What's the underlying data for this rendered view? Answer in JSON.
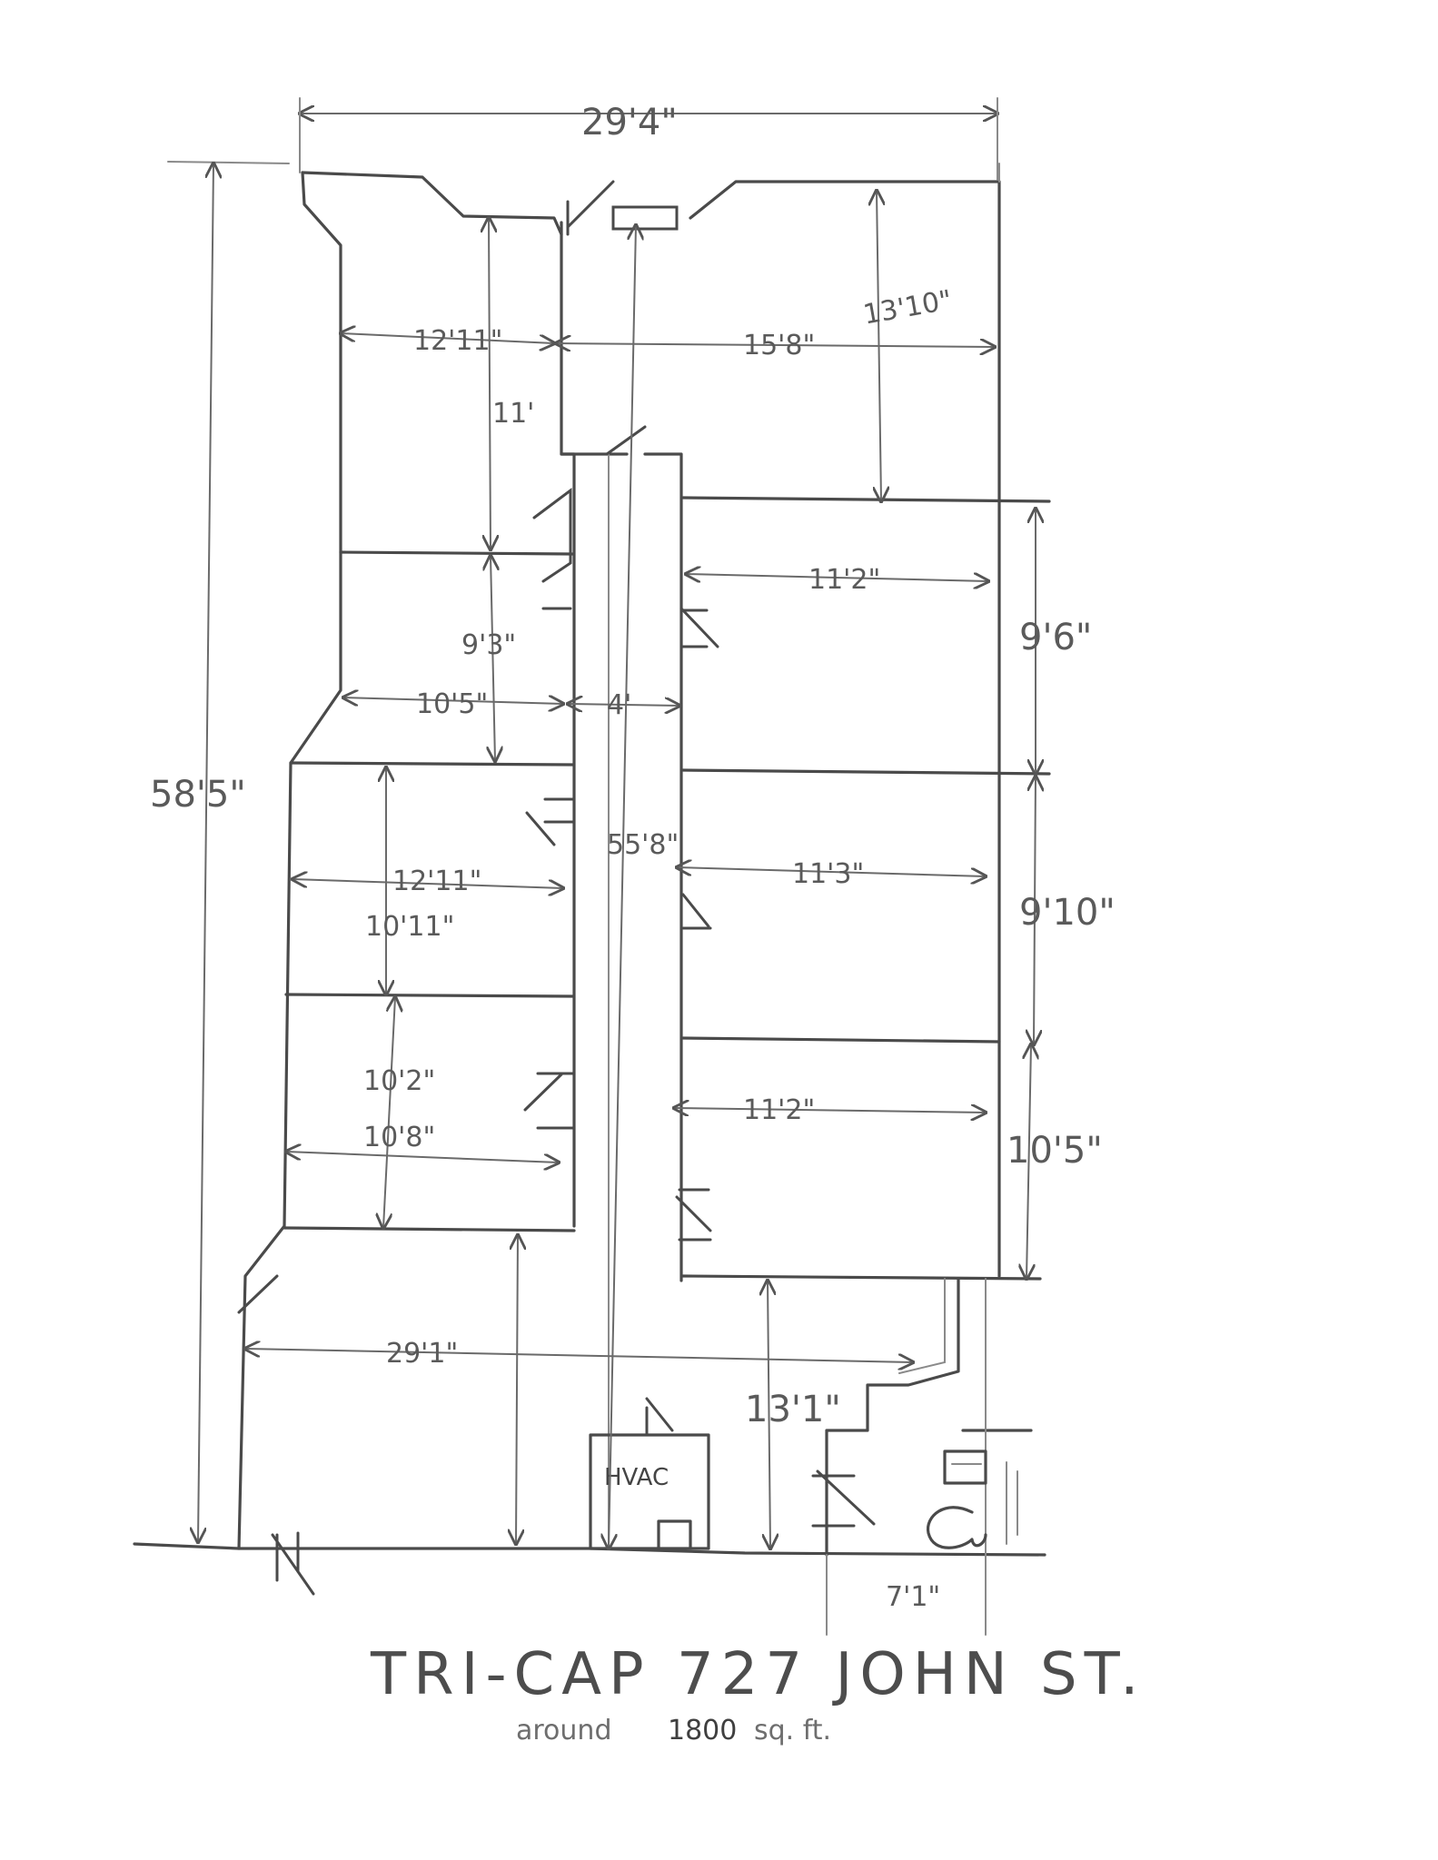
{
  "drawing": {
    "overall_width": "29'4\"",
    "overall_depth": "58'5\"",
    "title": "TRI-CAP 727 JOHN ST.",
    "subtitle_prefix": "around",
    "subtitle_value": "1800",
    "subtitle_unit": "sq. ft."
  },
  "dimensions": {
    "d_12_11_top": "12'11\"",
    "d_15_8": "15'8\"",
    "d_13_10": "13'10\"",
    "d_11": "11'",
    "d_11_2_a": "11'2\"",
    "d_9_6": "9'6\"",
    "d_9_3": "9'3\"",
    "d_10_5": "10'5\"",
    "d_4": "4'",
    "d_55_8": "55'8\"",
    "d_12_11_mid": "12'11\"",
    "d_11_3": "11'3\"",
    "d_9_10": "9'10\"",
    "d_10_11": "10'11\"",
    "d_10_2": "10'2\"",
    "d_10_8": "10'8\"",
    "d_11_2_b": "11'2\"",
    "d_10_5_right": "10'5\"",
    "d_29_1": "29'1\"",
    "d_13_1": "13'1\"",
    "d_7_1": "7'1\""
  },
  "labels": {
    "hvac": "HVAC"
  },
  "colors": {
    "paper": "#ffffff",
    "pencil": "#4a4a4a"
  }
}
